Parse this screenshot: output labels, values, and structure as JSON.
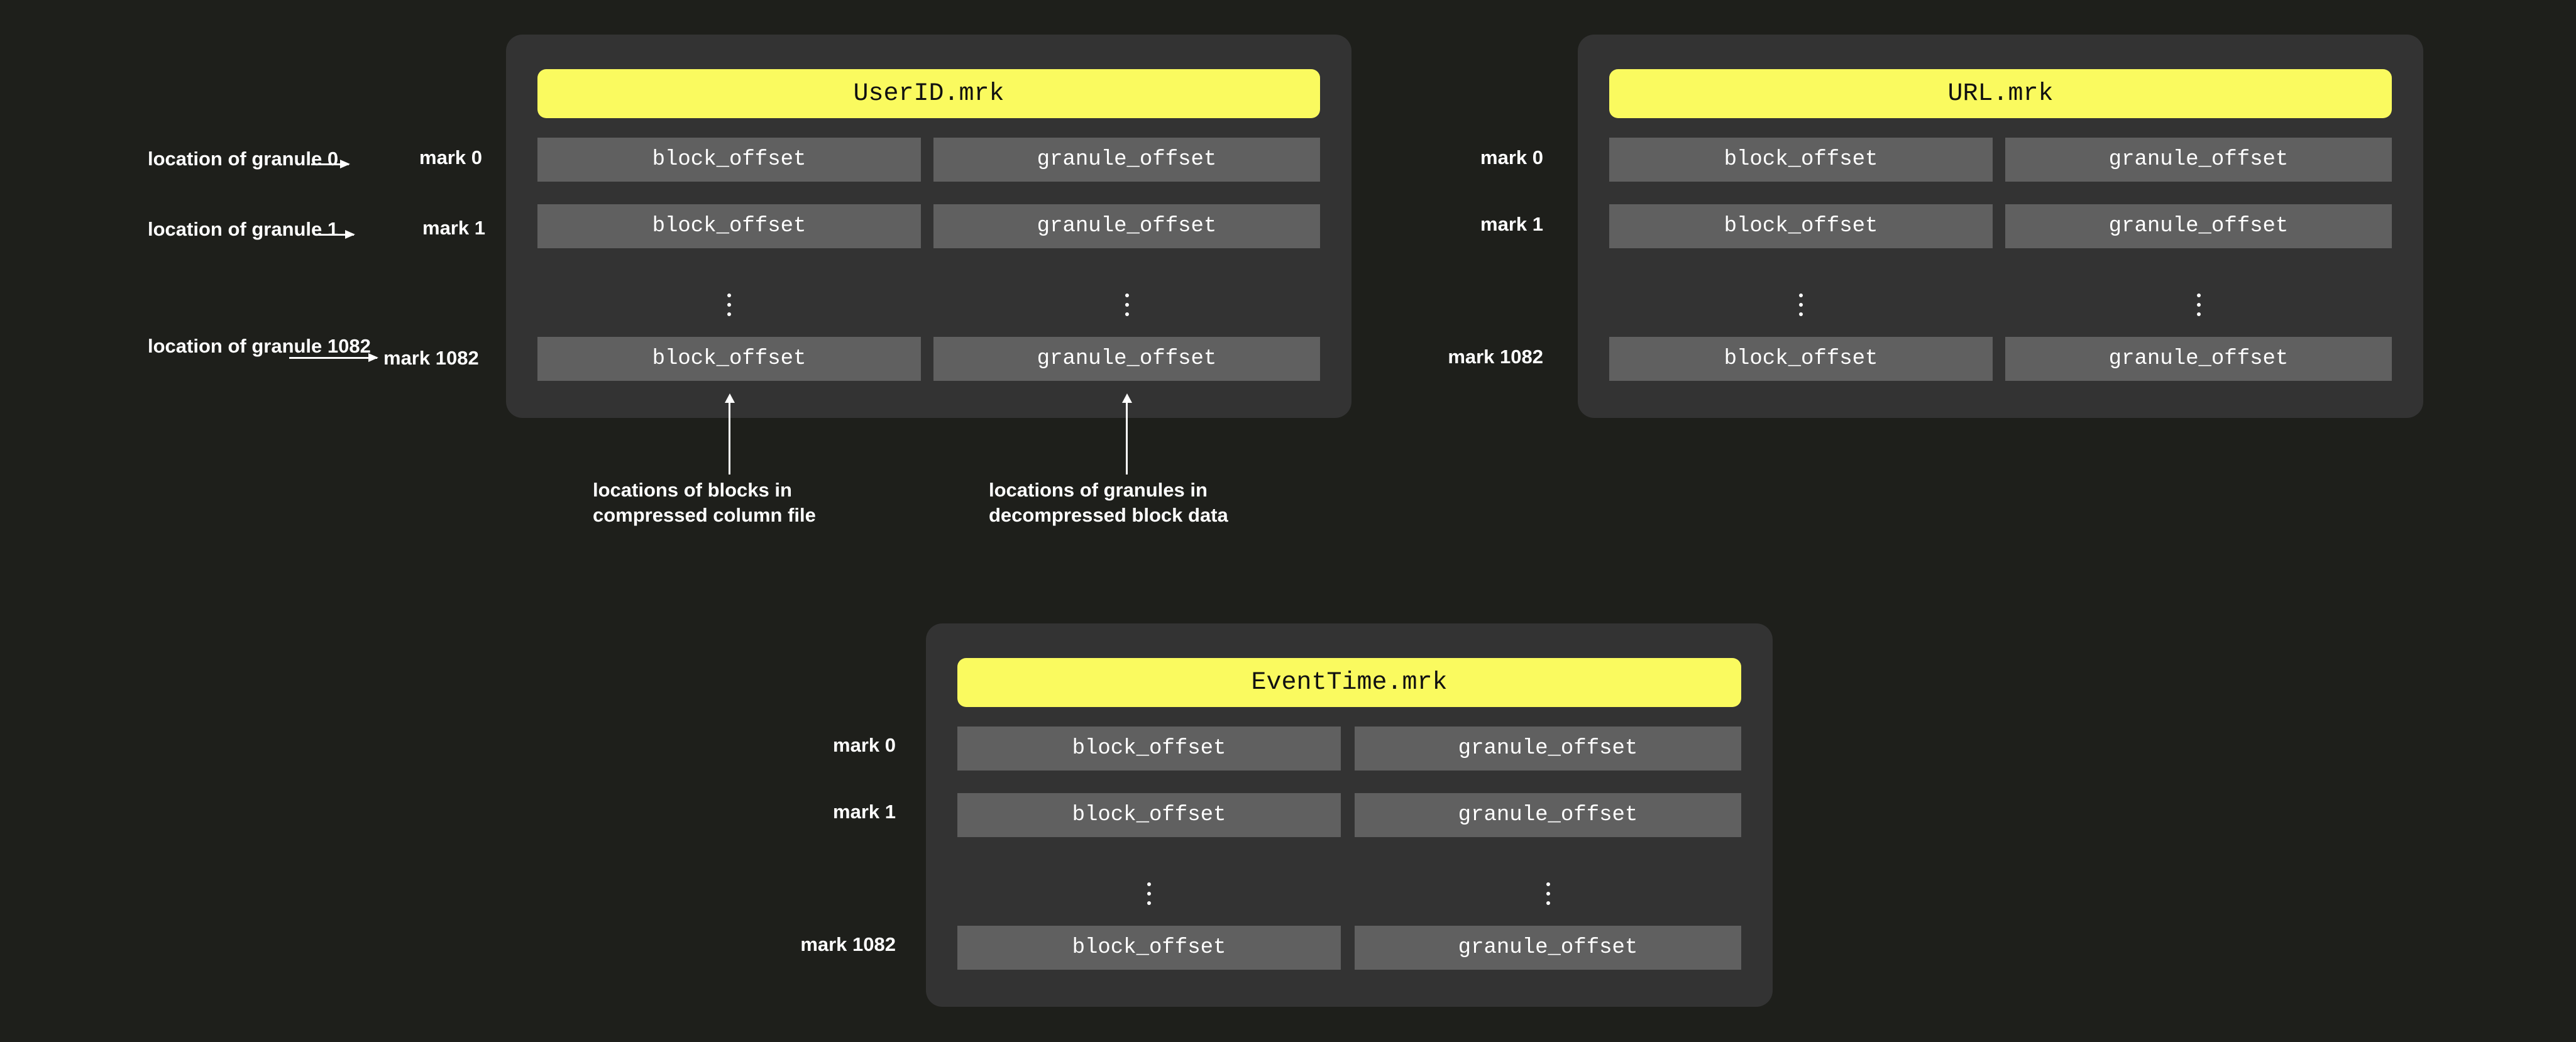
{
  "theme": {
    "background": "#1e1f1b",
    "card_background": "#333333",
    "cell_background": "#606060",
    "title_background": "#fafa5f",
    "title_text": "#111111",
    "text": "#ffffff"
  },
  "columns": {
    "block_offset": "block_offset",
    "granule_offset": "granule_offset"
  },
  "ellipsis_symbol": "vertical-ellipsis",
  "left_annotations": [
    {
      "text": "location of granule 0",
      "arrow": "long-right-arrow",
      "target": "mark 0"
    },
    {
      "text": "location of granule 1",
      "arrow": "long-right-arrow",
      "target": "mark 1"
    },
    {
      "text": "location of\ngranule 1082",
      "arrow": "long-right-arrow",
      "target": "mark 1082"
    }
  ],
  "bottom_captions": [
    {
      "arrow": "up-arrow",
      "text": "locations of blocks in\ncompressed column file"
    },
    {
      "arrow": "up-arrow",
      "text": "locations of granules in\ndecompressed block data"
    }
  ],
  "cards": [
    {
      "id": "userid",
      "title": "UserID.mrk",
      "marks": [
        {
          "label": "mark 0",
          "block_offset": "block_offset",
          "granule_offset": "granule_offset"
        },
        {
          "label": "mark 1",
          "block_offset": "block_offset",
          "granule_offset": "granule_offset"
        },
        {
          "label": "",
          "block_offset": "",
          "granule_offset": ""
        },
        {
          "label": "mark 1082",
          "block_offset": "block_offset",
          "granule_offset": "granule_offset"
        }
      ]
    },
    {
      "id": "url",
      "title": "URL.mrk",
      "marks": [
        {
          "label": "mark 0",
          "block_offset": "block_offset",
          "granule_offset": "granule_offset"
        },
        {
          "label": "mark 1",
          "block_offset": "block_offset",
          "granule_offset": "granule_offset"
        },
        {
          "label": "",
          "block_offset": "",
          "granule_offset": ""
        },
        {
          "label": "mark 1082",
          "block_offset": "block_offset",
          "granule_offset": "granule_offset"
        }
      ]
    },
    {
      "id": "eventtime",
      "title": "EventTime.mrk",
      "marks": [
        {
          "label": "mark 0",
          "block_offset": "block_offset",
          "granule_offset": "granule_offset"
        },
        {
          "label": "mark 1",
          "block_offset": "block_offset",
          "granule_offset": "granule_offset"
        },
        {
          "label": "",
          "block_offset": "",
          "granule_offset": ""
        },
        {
          "label": "mark 1082",
          "block_offset": "block_offset",
          "granule_offset": "granule_offset"
        }
      ]
    }
  ]
}
